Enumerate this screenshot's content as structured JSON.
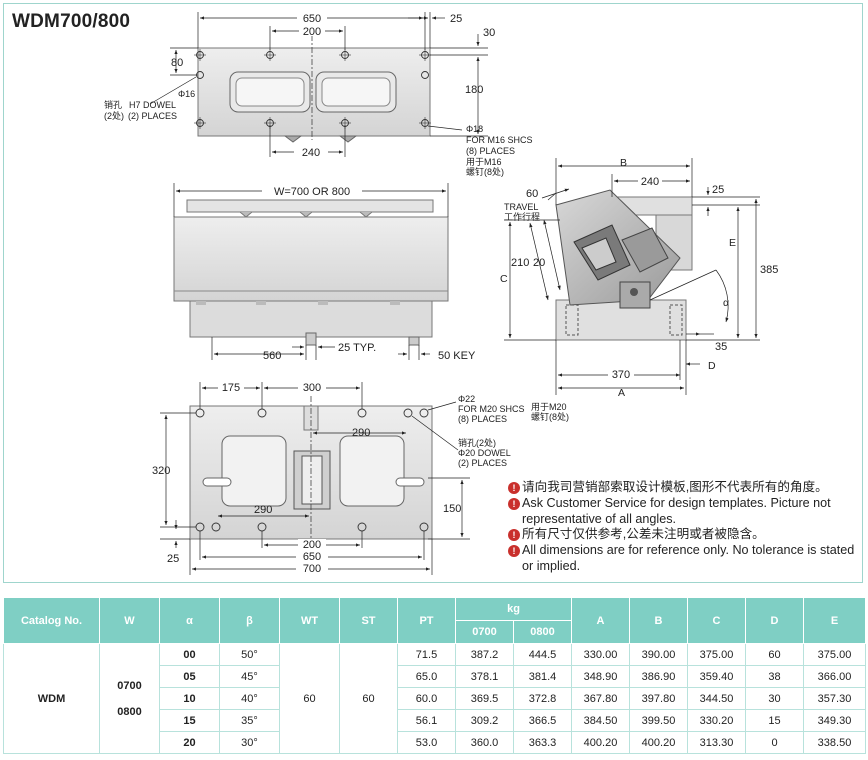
{
  "title": "WDM700/800",
  "top_view": {
    "dims": {
      "overall": "650",
      "center": "200",
      "right_edge": "25",
      "hole_top": "30",
      "left_offset": "80",
      "height": "180",
      "bottom_span": "240"
    },
    "dowel_cn": "销孔",
    "dowel_cn2": "(2处)",
    "dowel_dia": "Φ16",
    "dowel_desc": "H7 DOWEL",
    "dowel_places": "(2) PLACES",
    "shcs_dia": "Φ18",
    "shcs_desc": "FOR M16 SHCS",
    "shcs_places": "(8) PLACES",
    "shcs_cn": "用于M16",
    "shcs_cn2": "螺钉(8处)"
  },
  "front_view": {
    "width_label": "W=700 OR 800",
    "dims": {
      "left": "560",
      "typ": "25 TYP.",
      "key": "50 KEY"
    }
  },
  "side_view": {
    "labels": {
      "B": "B",
      "C": "C",
      "E": "E",
      "A": "A",
      "D": "D",
      "alpha": "α"
    },
    "dims": {
      "b240": "240",
      "top25": "25",
      "travel": "60",
      "travel_en": "TRAVEL",
      "travel_cn": "工作行程",
      "d210": "210",
      "d20": "20",
      "d385": "385",
      "d35": "35",
      "d370": "370"
    }
  },
  "bottom_view": {
    "dims": {
      "d175": "175",
      "d300": "300",
      "d290a": "290",
      "d320": "320",
      "d290b": "290",
      "d150": "150",
      "d200": "200",
      "d650": "650",
      "d700": "700",
      "d25": "25"
    },
    "shcs_dia": "Φ22",
    "shcs_desc": "FOR M20 SHCS",
    "shcs_places": "(8) PLACES",
    "shcs_cn": "用于M20",
    "shcs_cn2": "螺钉(8处)",
    "dowel_cn": "销孔(2处)",
    "dowel_desc": "Φ20 DOWEL",
    "dowel_places": "(2) PLACES"
  },
  "notes": [
    "请向我司营销部索取设计模板,图形不代表所有的角度。",
    "Ask Customer Service for design templates. Picture not representative of all angles.",
    "所有尺寸仅供参考,公差未注明或者被隐含。",
    "All dimensions are for reference only. No tolerance is stated or implied."
  ],
  "table": {
    "headers": {
      "catalog": "Catalog No.",
      "w": "W",
      "alpha": "α",
      "beta": "β",
      "wt": "WT",
      "st": "ST",
      "pt": "PT",
      "kg": "kg",
      "kg_700": "0700",
      "kg_800": "0800",
      "a": "A",
      "b": "B",
      "c": "C",
      "d": "D",
      "e": "E"
    },
    "catalog": "WDM",
    "w_values": [
      "0700",
      "0800"
    ],
    "wt": "60",
    "st": "60",
    "rows": [
      {
        "alpha": "00",
        "beta": "50°",
        "pt": "71.5",
        "kg700": "387.2",
        "kg800": "444.5",
        "a": "330.00",
        "b": "390.00",
        "c": "375.00",
        "d": "60",
        "e": "375.00"
      },
      {
        "alpha": "05",
        "beta": "45°",
        "pt": "65.0",
        "kg700": "378.1",
        "kg800": "381.4",
        "a": "348.90",
        "b": "386.90",
        "c": "359.40",
        "d": "38",
        "e": "366.00"
      },
      {
        "alpha": "10",
        "beta": "40°",
        "pt": "60.0",
        "kg700": "369.5",
        "kg800": "372.8",
        "a": "367.80",
        "b": "397.80",
        "c": "344.50",
        "d": "30",
        "e": "357.30"
      },
      {
        "alpha": "15",
        "beta": "35°",
        "pt": "56.1",
        "kg700": "309.2",
        "kg800": "366.5",
        "a": "384.50",
        "b": "399.50",
        "c": "330.20",
        "d": "15",
        "e": "349.30"
      },
      {
        "alpha": "20",
        "beta": "30°",
        "pt": "53.0",
        "kg700": "360.0",
        "kg800": "363.3",
        "a": "400.20",
        "b": "400.20",
        "c": "313.30",
        "d": "0",
        "e": "338.50"
      }
    ]
  }
}
